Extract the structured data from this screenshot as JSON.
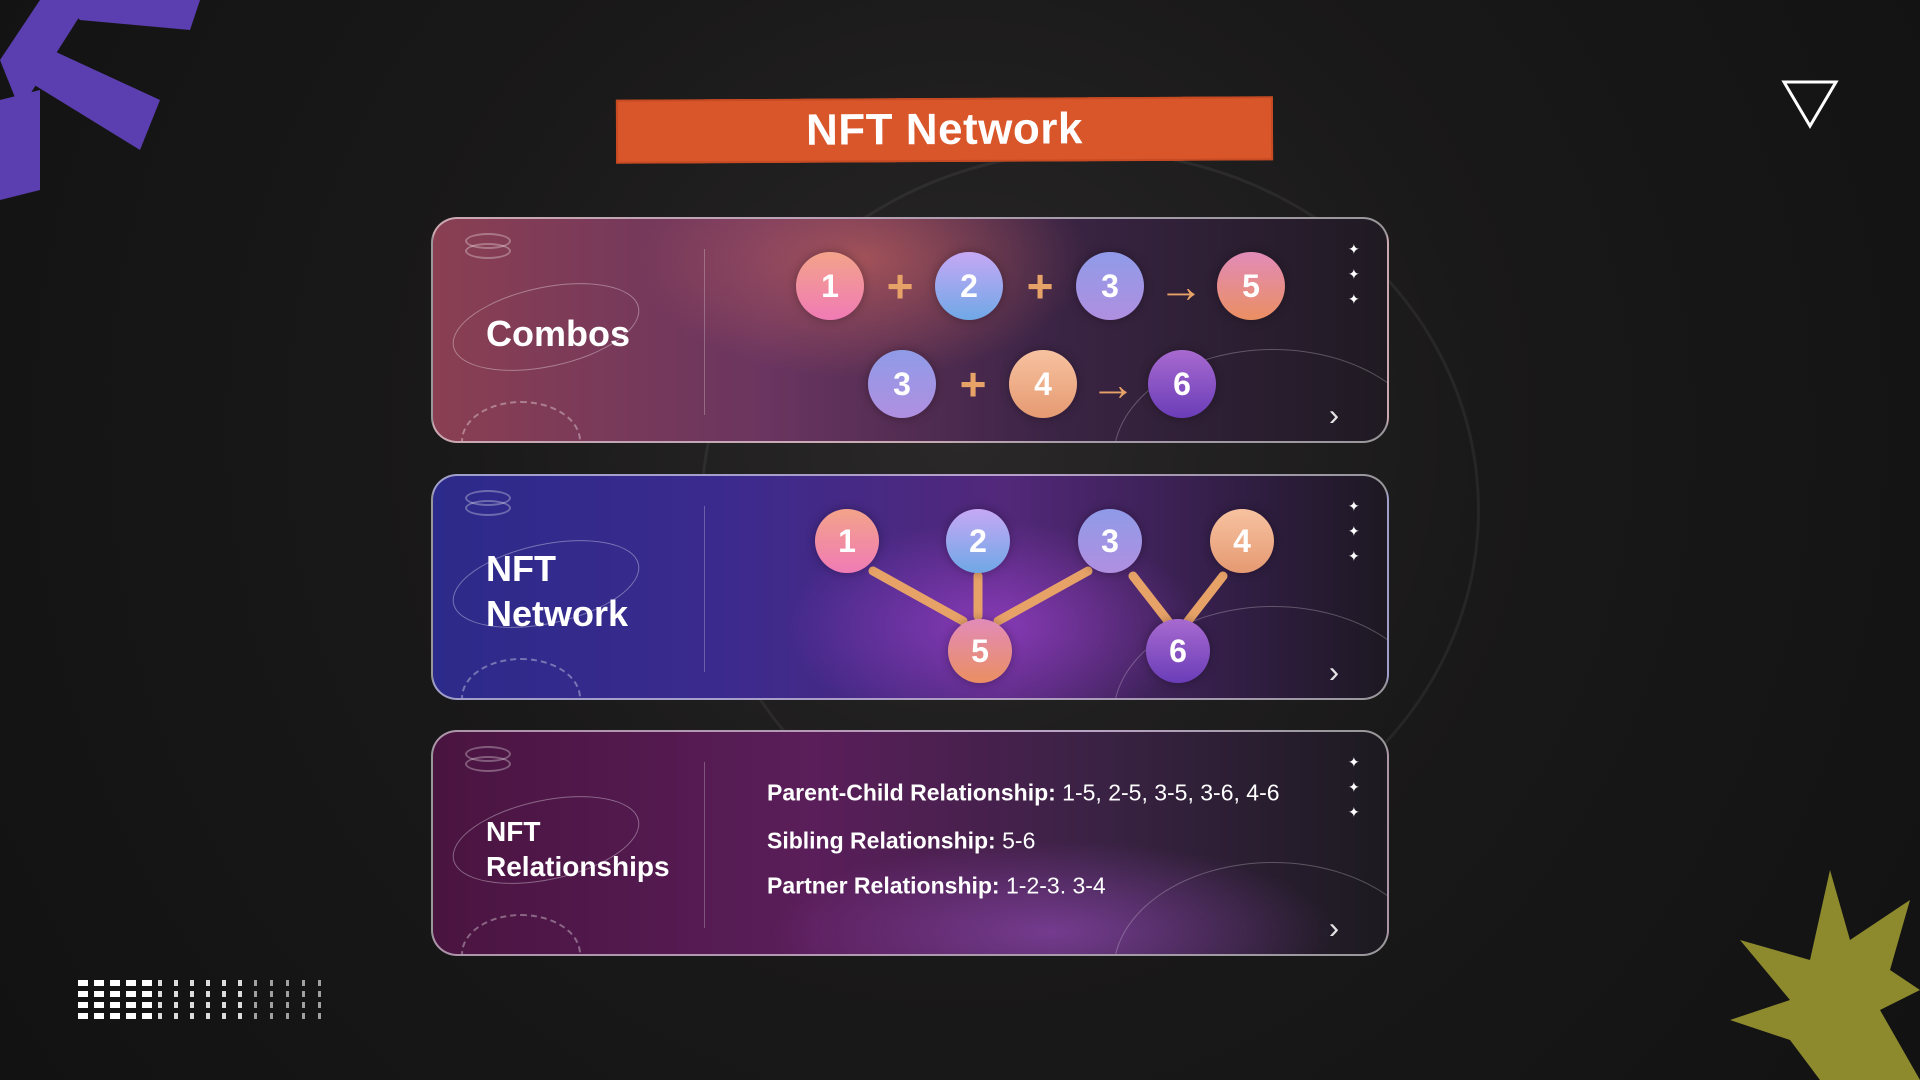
{
  "title": "NFT Network",
  "cards": {
    "combos": {
      "label": "Combos",
      "row1": [
        "1",
        "+",
        "2",
        "+",
        "3",
        "→",
        "5"
      ],
      "row2": [
        "3",
        "+",
        "4",
        "→",
        "6"
      ]
    },
    "network": {
      "label_line1": "NFT",
      "label_line2": "Network",
      "parents": [
        "1",
        "2",
        "3",
        "4"
      ],
      "children": [
        "5",
        "6"
      ]
    },
    "relationships": {
      "label_line1": "NFT",
      "label_line2": "Relationships",
      "items": [
        {
          "key": "Parent-Child Relationship:",
          "value": " 1-5, 2-5, 3-5, 3-6, 4-6"
        },
        {
          "key": "Sibling Relationship:",
          "value": " 5-6"
        },
        {
          "key": "Partner Relationship:",
          "value": " 1-2-3. 3-4"
        }
      ]
    }
  },
  "colors": {
    "banner": "#d9562a",
    "arrow": "#e7a268"
  }
}
